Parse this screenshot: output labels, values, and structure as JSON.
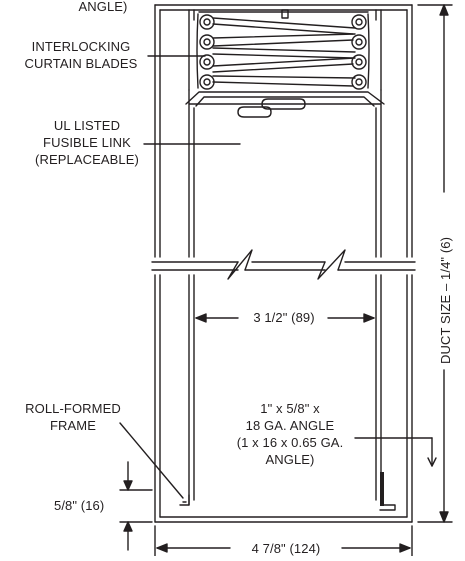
{
  "labels": {
    "angle_top": "ANGLE)",
    "interlocking_1": "INTERLOCKING",
    "interlocking_2": "CURTAIN BLADES",
    "fusible_1": "UL LISTED",
    "fusible_2": "FUSIBLE LINK",
    "fusible_3": "(REPLACEABLE)",
    "width_inner": "3 1/2\" (89)",
    "duct_size": "DUCT SIZE – 1/4\" (6)",
    "rollformed_1": "ROLL-FORMED",
    "rollformed_2": "FRAME",
    "angle_1": "1\" x 5/8\" x",
    "angle_2": "18 GA. ANGLE",
    "angle_3": "(1 x 16 x 0.65 GA.",
    "angle_4": "ANGLE)",
    "dim_left": "5/8\" (16)",
    "width_outer": "4 7/8\" (124)"
  },
  "colors": {
    "line": "#231f20",
    "background": "#ffffff"
  }
}
